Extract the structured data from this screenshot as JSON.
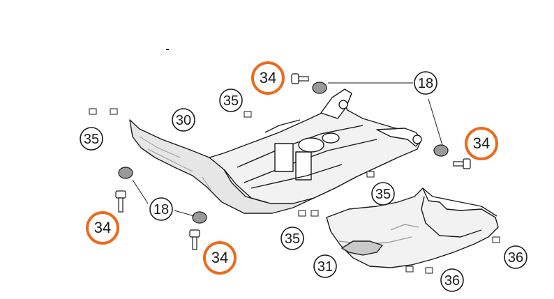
{
  "callouts": [
    {
      "id": "c30",
      "label": "30",
      "highlighted": false
    },
    {
      "id": "c31",
      "label": "31",
      "highlighted": false
    },
    {
      "id": "c18a",
      "label": "18",
      "highlighted": false
    },
    {
      "id": "c18b",
      "label": "18",
      "highlighted": false
    },
    {
      "id": "c34a",
      "label": "34",
      "highlighted": true
    },
    {
      "id": "c34b",
      "label": "34",
      "highlighted": true
    },
    {
      "id": "c34c",
      "label": "34",
      "highlighted": true
    },
    {
      "id": "c34d",
      "label": "34",
      "highlighted": true
    },
    {
      "id": "c35a",
      "label": "35",
      "highlighted": false
    },
    {
      "id": "c35b",
      "label": "35",
      "highlighted": false
    },
    {
      "id": "c35c",
      "label": "35",
      "highlighted": false
    },
    {
      "id": "c35d",
      "label": "35",
      "highlighted": false
    },
    {
      "id": "c36a",
      "label": "36",
      "highlighted": false
    },
    {
      "id": "c36b",
      "label": "36",
      "highlighted": false
    }
  ],
  "colors": {
    "highlight_ring": "#ec6a1e",
    "line": "#1a1a1a",
    "part_fill": "#f2f2f2",
    "part_shade": "#c9c9c9"
  }
}
